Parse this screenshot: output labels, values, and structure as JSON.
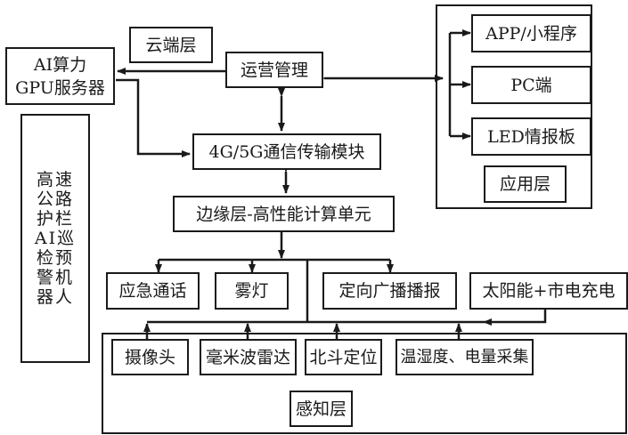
{
  "diagram": {
    "cloud_layer_label": "云端层",
    "ai_server": {
      "line1": "AI算力",
      "line2": "GPU服务器"
    },
    "operations": "运营管理",
    "comm_module": "4G/5G通信传输模块",
    "edge_unit": "边缘层-高性能计算单元",
    "robot_title_lines": [
      "高速",
      "公路",
      "护栏",
      "AI巡",
      "检预",
      "警机",
      "器人"
    ],
    "application_layer": {
      "label": "应用层",
      "items": [
        "APP/小程序",
        "PC端",
        "LED情报板"
      ]
    },
    "actuators": [
      "应急通话",
      "雾灯",
      "定向广播播报"
    ],
    "power": "太阳能+市电充电",
    "perception_layer": {
      "label": "感知层",
      "items": [
        "摄像头",
        "毫米波雷达",
        "北斗定位",
        "温湿度、电量采集"
      ]
    }
  }
}
